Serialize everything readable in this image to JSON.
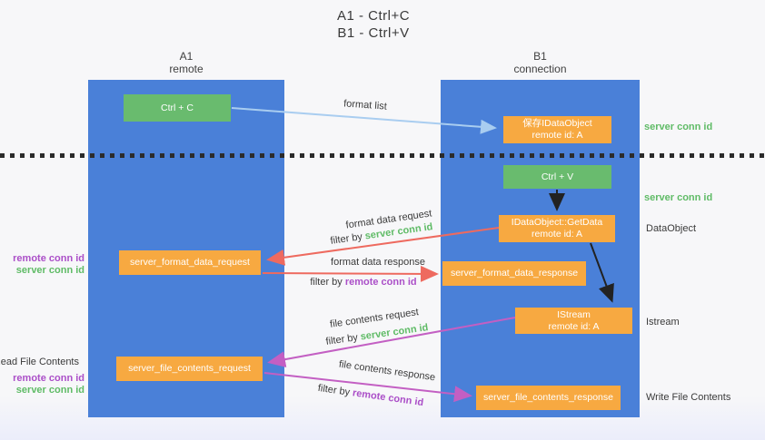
{
  "title": {
    "line1": "A1 - Ctrl+C",
    "line2": "B1 - Ctrl+V"
  },
  "columns": {
    "a1": {
      "header_line1": "A1",
      "header_line2": "remote"
    },
    "b1": {
      "header_line1": "B1",
      "header_line2": "connection"
    }
  },
  "nodes": {
    "ctrl_c": "Ctrl + C",
    "ctrl_v": "Ctrl + V",
    "save_dataobject_line1": "保存IDataObject",
    "save_dataobject_line2": "remote id: A",
    "getdata_line1": "IDataObject::GetData",
    "getdata_line2": "remote id: A",
    "istream_line1": "IStream",
    "istream_line2": "remote id: A",
    "format_request": "server_format_data_request",
    "format_response": "server_format_data_response",
    "file_request": "server_file_contents_request",
    "file_response": "server_file_contents_response"
  },
  "edge_labels": {
    "format_list": "format list",
    "format_data_request": "format data request",
    "format_data_response": "format data response",
    "file_contents_request": "file contents request",
    "file_contents_response": "file contents response",
    "filter_by": "filter by",
    "server_conn_id": "server conn id",
    "remote_conn_id": "remote conn id"
  },
  "side_labels": {
    "server_conn_id_top": "server conn id",
    "server_conn_id_mid": "server conn id",
    "dataobject": "DataObject",
    "istream": "Istream",
    "write_file_contents": "Write File Contents",
    "read_file_contents": "Read File Contents",
    "remote_conn_id_left_1": "remote conn id",
    "server_conn_id_left_1": "server conn id",
    "remote_conn_id_left_2": "remote conn id",
    "server_conn_id_left_2": "server conn id"
  },
  "colors": {
    "column_blue": "#4a80d8",
    "node_green": "#69bb6e",
    "node_orange": "#f7a941",
    "arrow_light_blue": "#a9cdf0",
    "arrow_black": "#222222",
    "arrow_salmon": "#ee6a5f",
    "arrow_magenta": "#c35fc3",
    "text_green": "#5fbb66",
    "text_purple": "#ab4fc8",
    "background": "#f7f7f9"
  }
}
